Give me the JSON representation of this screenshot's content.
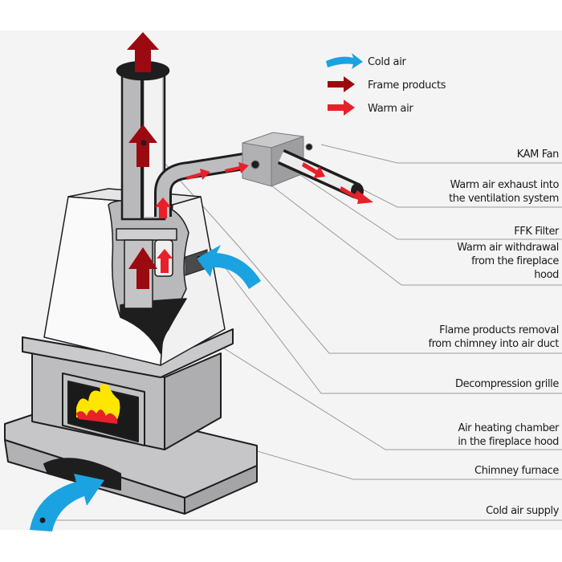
{
  "legend": {
    "items": [
      {
        "label": "Cold air",
        "icon": "cold-air-arrow-icon",
        "color": "#1aa3e0"
      },
      {
        "label": "Frame products",
        "icon": "flame-products-arrow-icon",
        "color": "#9b0a10"
      },
      {
        "label": "Warm air",
        "icon": "warm-air-arrow-icon",
        "color": "#e8202a"
      }
    ]
  },
  "callouts": [
    {
      "id": "kam-fan",
      "lines": [
        "KAM Fan"
      ]
    },
    {
      "id": "warm-air-exhaust",
      "lines": [
        "Warm air exhaust into",
        "the ventilation system"
      ]
    },
    {
      "id": "ffk-filter",
      "lines": [
        "FFK Filter"
      ]
    },
    {
      "id": "warm-air-withdrawal",
      "lines": [
        "Warm air withdrawal",
        "from the fireplace",
        "hood"
      ]
    },
    {
      "id": "flame-products-removal",
      "lines": [
        "Flame products removal",
        "from chimney into air duct"
      ]
    },
    {
      "id": "decompression-grille",
      "lines": [
        "Decompression grille"
      ]
    },
    {
      "id": "air-heating-chamber",
      "lines": [
        "Air heating chamber",
        "in the fireplace hood"
      ]
    },
    {
      "id": "chimney-furnace",
      "lines": [
        "Chimney furnace"
      ]
    },
    {
      "id": "cold-air-supply",
      "lines": [
        "Cold air supply"
      ]
    }
  ],
  "colors": {
    "background": "#f4f4f4",
    "metal": "#b9b9bb",
    "outline": "#1e1e1e",
    "cold_air": "#1aa3e0",
    "flame_products": "#9b0a10",
    "warm_air": "#e8202a",
    "flame_yellow": "#ffe600",
    "flame_red": "#e8202a",
    "leader_line": "#9a9a9a"
  }
}
